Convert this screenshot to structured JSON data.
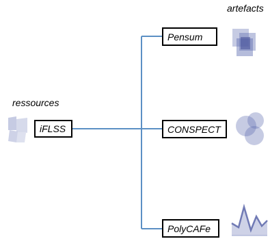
{
  "labels": {
    "ressources": "ressources",
    "artefacts": "artefacts"
  },
  "nodes": {
    "source": "iFLSS",
    "targets": [
      "Pensum",
      "CONSPECT",
      "PolyCAFe"
    ]
  },
  "icons": {
    "source": "ressource-icon",
    "pensum": "stacked-documents-icon",
    "conspect": "venn-circles-icon",
    "polycafe": "line-graph-icon"
  },
  "colors": {
    "connector": "#5b8fc4",
    "icon_fill": "#5c6bb0",
    "node_border": "#000000"
  }
}
